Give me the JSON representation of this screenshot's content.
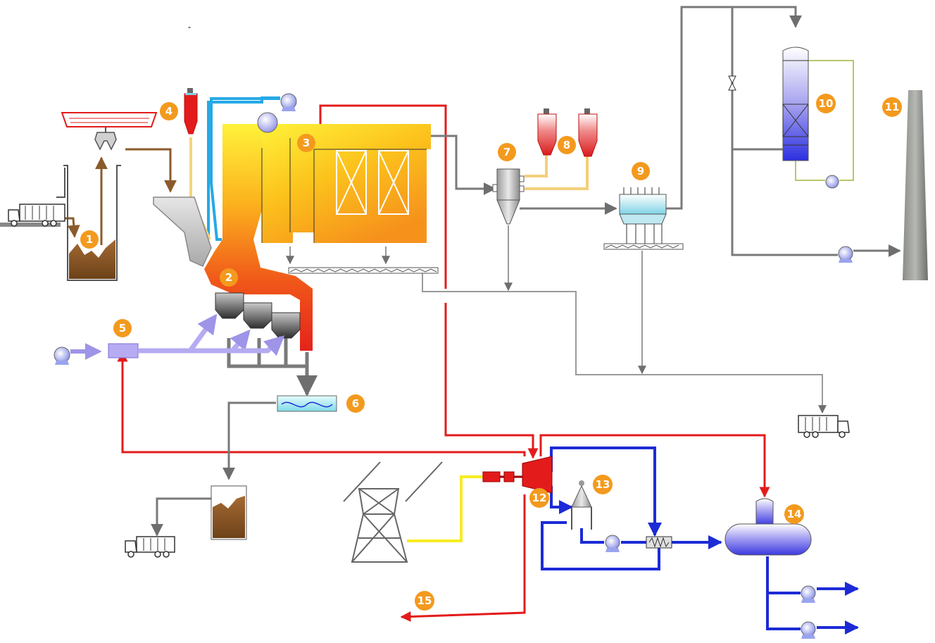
{
  "colors": {
    "badge": "#f39a1e",
    "steam": "#e31b1b",
    "flue_gas": "#7a7a7a",
    "residue": "#9a9a9a",
    "water": "#1c2bd6",
    "air": "#9e94e8",
    "urea": "#f5d47a",
    "carbon_feed": "#f3cf7a",
    "water_spray": "#26a9e6",
    "power": "#f7ec22",
    "waste": "#8b5a2b",
    "scrubber_loop": "#b5c96a"
  },
  "badges": [
    {
      "id": "waste-bunker",
      "label": "1"
    },
    {
      "id": "grate-furnace",
      "label": "2"
    },
    {
      "id": "boiler",
      "label": "3"
    },
    {
      "id": "reagent-silo",
      "label": "4"
    },
    {
      "id": "air-preheater",
      "label": "5"
    },
    {
      "id": "slag-quench",
      "label": "6"
    },
    {
      "id": "spray-reactor",
      "label": "7"
    },
    {
      "id": "additive-silos",
      "label": "8"
    },
    {
      "id": "bag-filter",
      "label": "9"
    },
    {
      "id": "wet-scrubber",
      "label": "10"
    },
    {
      "id": "stack",
      "label": "11"
    },
    {
      "id": "steam-turbine",
      "label": "12"
    },
    {
      "id": "condenser",
      "label": "13"
    },
    {
      "id": "feedwater-tank",
      "label": "14"
    },
    {
      "id": "district-heating",
      "label": "15"
    }
  ]
}
